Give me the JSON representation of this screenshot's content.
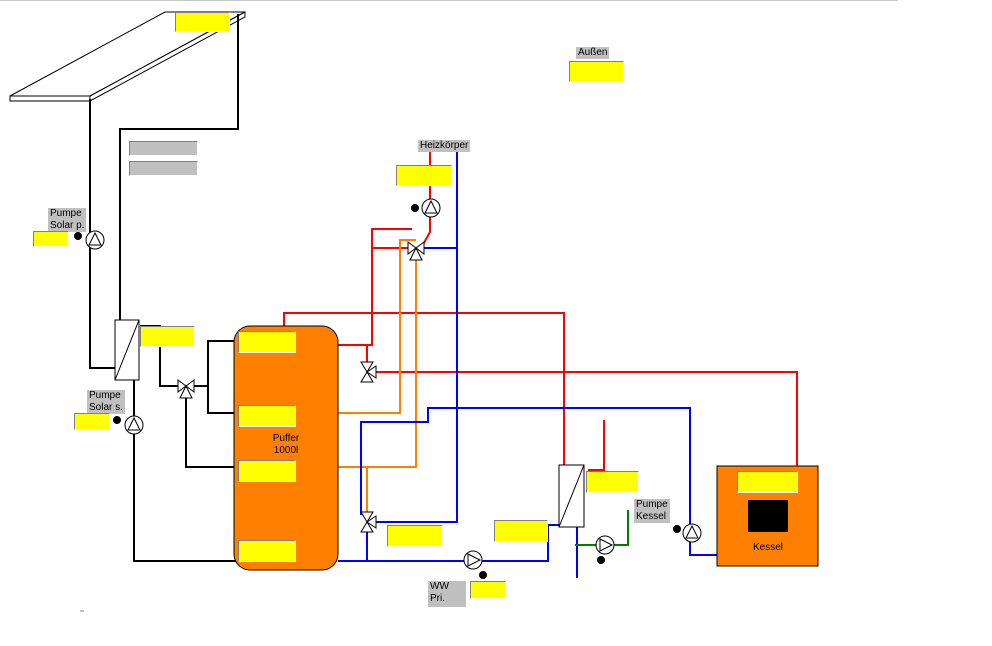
{
  "labels": {
    "aussen": "Außen",
    "heizkoerper": "Heizkörper",
    "pumpe_solar_p": "Pumpe\nSolar p.",
    "pumpe_solar_s": "Pumpe\nSolar s.",
    "pumpe_kessel": "Pumpe\nKessel",
    "ww_pri": "WW\nPri.",
    "puffer": "Puffer\n1000l",
    "kessel": "Kessel"
  },
  "fields": {
    "collector_temp": "",
    "aussen_temp": "",
    "solar_info_1": "",
    "solar_info_2": "",
    "heizkoerper_temp": "",
    "pumpe_solar_p_value": "",
    "solar_hx_temp": "",
    "pumpe_solar_s_value": "",
    "puffer_temp_1": "",
    "puffer_temp_2": "",
    "puffer_temp_3": "",
    "puffer_temp_4": "",
    "heizkoerper_return_temp": "",
    "ww_hx_inlet_temp": "",
    "ww_hx_temp": "",
    "ww_pri_value": "",
    "kessel_temp": ""
  },
  "colors": {
    "hot": "#ff0000",
    "cold": "#0000ff",
    "solar": "#000000",
    "warm": "#ff8000",
    "fresh": "#008000",
    "tank": "#ff8000",
    "field": "#ffff00"
  }
}
